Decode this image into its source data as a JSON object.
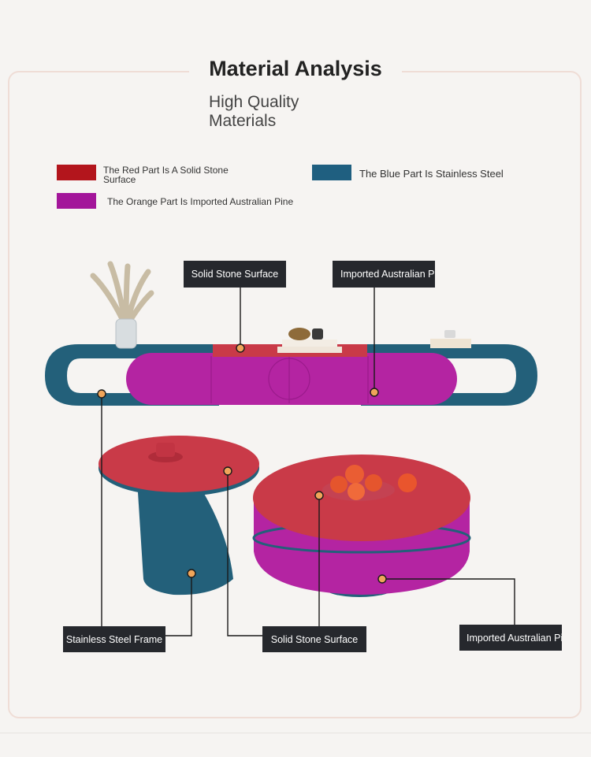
{
  "heading": {
    "title": "Material Analysis",
    "subtitle_line1": "High Quality",
    "subtitle_line2": "Materials"
  },
  "legend": {
    "red": {
      "color": "#b3151c",
      "text": "The Red Part Is A Solid Stone Surface"
    },
    "blue": {
      "color": "#1f5f80",
      "text": "The Blue Part Is Stainless Steel"
    },
    "purple": {
      "color": "#a3159a",
      "text": "The Orange Part Is Imported Australian Pine"
    }
  },
  "callouts": {
    "top_stone": "Solid Stone Surface",
    "top_pine": "Imported Australian Pine",
    "bottom_frame": "Stainless Steel Frame",
    "bottom_stone": "Solid Stone Surface",
    "bottom_pine": "Imported Australian Pine"
  },
  "colors": {
    "stone": "#c93a48",
    "steel": "#23607a",
    "pine": "#b424a2",
    "dot": "#f0a55a",
    "callout_bg": "#26282d"
  }
}
